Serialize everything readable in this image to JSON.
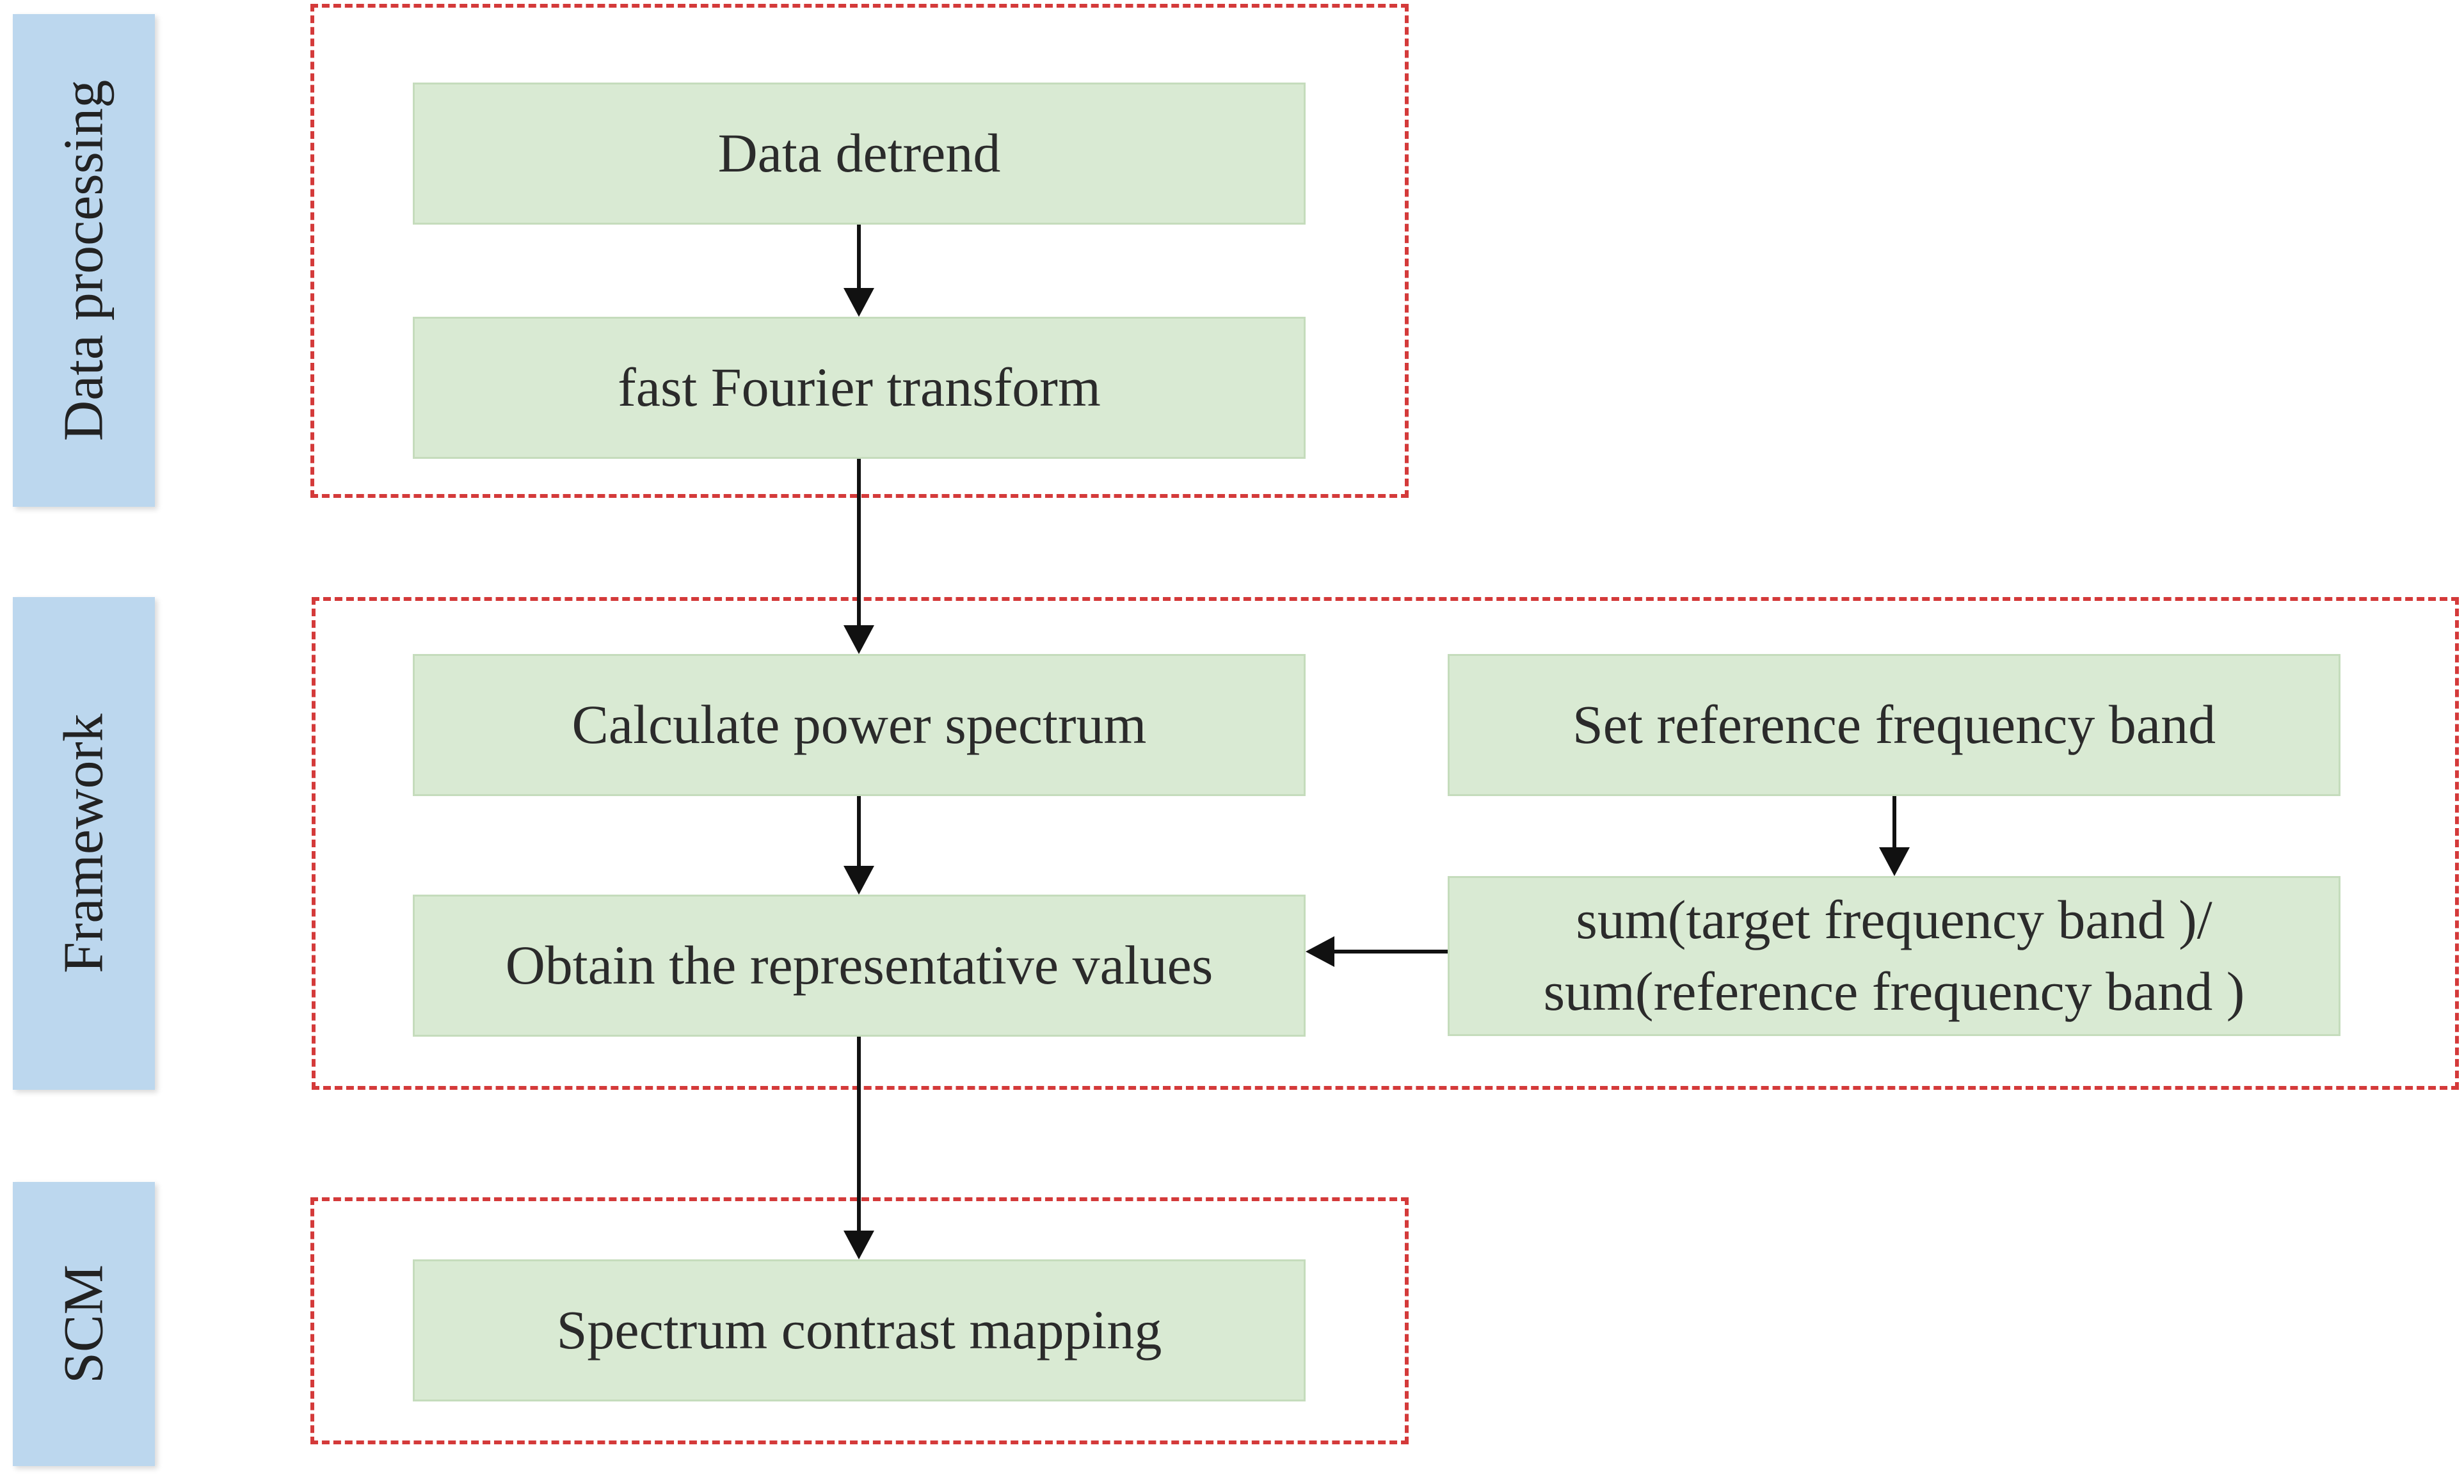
{
  "sections": {
    "data_processing": {
      "label": "Data processing"
    },
    "framework": {
      "label": "Framework"
    },
    "scm": {
      "label": "SCM"
    }
  },
  "nodes": {
    "data_detrend": {
      "label": "Data detrend"
    },
    "fft": {
      "label": "fast Fourier transform"
    },
    "power_spectrum": {
      "label": "Calculate power spectrum"
    },
    "reference_band": {
      "label": "Set reference frequency band"
    },
    "ratio": {
      "line1": "sum(target frequency band )/",
      "line2": "sum(reference frequency band )"
    },
    "representative_values": {
      "label": "Obtain the representative values"
    },
    "spectrum_contrast_mapping": {
      "label": "Spectrum contrast mapping"
    }
  },
  "colors": {
    "section_label_bg": "#bcd7ee",
    "node_bg": "#d9ead3",
    "group_border": "#d43a3a",
    "arrow": "#111111"
  }
}
